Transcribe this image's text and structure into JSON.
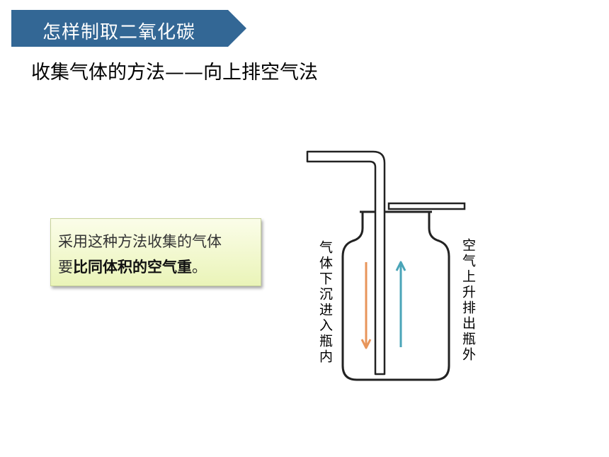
{
  "header": {
    "title": "怎样制取二氧化碳",
    "banner_color": "#336795"
  },
  "subtitle": "收集气体的方法——向上排空气法",
  "note": {
    "line1": "采用这种方法收集的气体",
    "line2_prefix": "要",
    "line2_emphasis": "比同体积的空气重",
    "line2_suffix": "。"
  },
  "diagram": {
    "left_label": "气体下沉进入瓶内",
    "right_label": "空气上升排出瓶外",
    "gas_arrow_color": "#e8955a",
    "air_arrow_color": "#4aa5b8"
  }
}
